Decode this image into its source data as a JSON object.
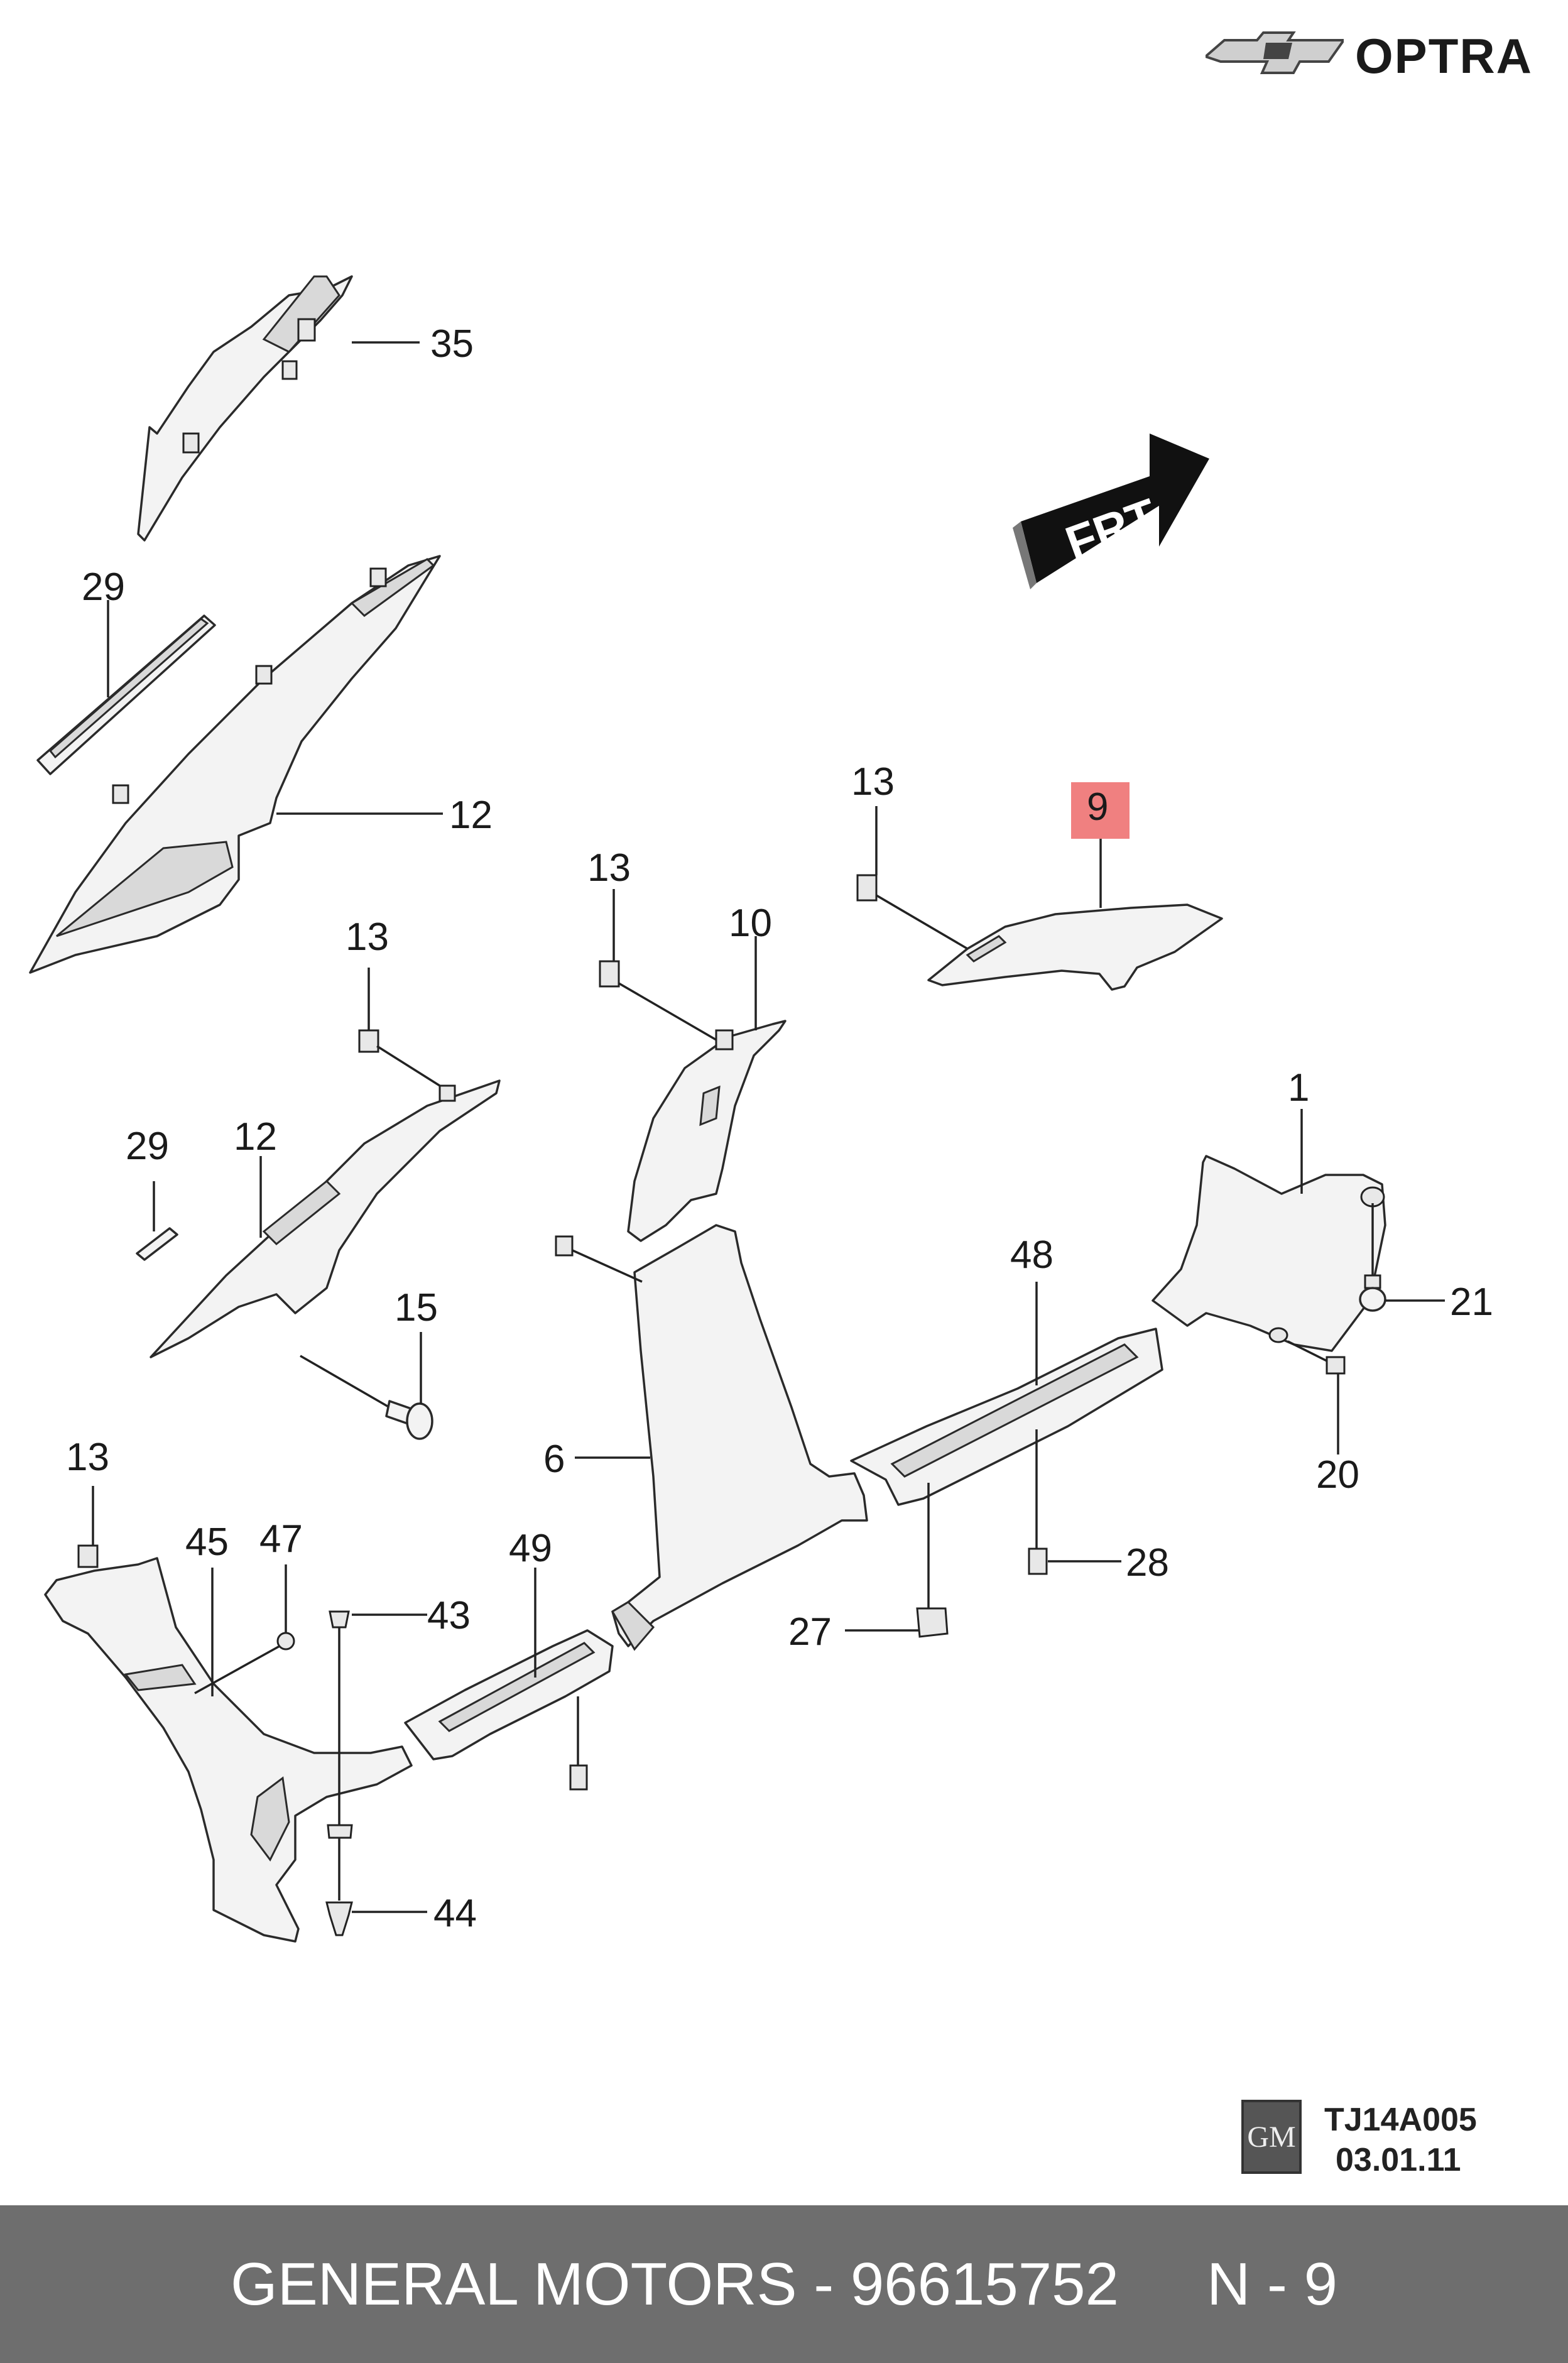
{
  "brand": {
    "logo_icon": "chevrolet-bowtie-icon",
    "model": "OPTRA"
  },
  "direction_marker": {
    "label": "FRT",
    "icon": "front-arrow-icon"
  },
  "callouts": {
    "c35": "35",
    "c29a": "29",
    "c12a": "12",
    "c13a": "13",
    "c29b": "29",
    "c12b": "12",
    "c15": "15",
    "c13b": "13",
    "c10": "10",
    "c13c": "13",
    "c9": "9",
    "c1": "1",
    "c21": "21",
    "c20": "20",
    "c48": "48",
    "c28": "28",
    "c27": "27",
    "c6": "6",
    "c49": "49",
    "c13d": "13",
    "c45": "45",
    "c47": "47",
    "c43": "43",
    "c44": "44"
  },
  "highlight_color": "#f08080",
  "stamp": {
    "logo": "GM",
    "code": "TJ14A005",
    "date": "03.01.11"
  },
  "footer": {
    "manufacturer": "GENERAL MOTORS - 96615752",
    "position": "N - 9"
  }
}
